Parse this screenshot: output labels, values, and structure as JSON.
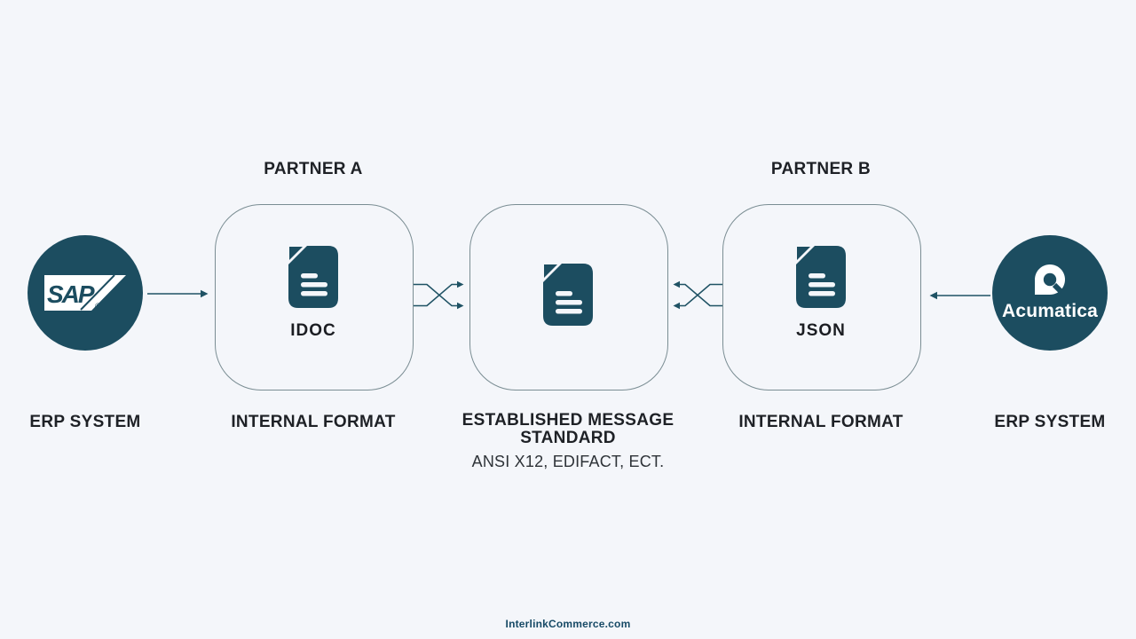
{
  "colors": {
    "background": "#f4f6fa",
    "teal": "#1c4d60",
    "arrow": "#1f5264",
    "box_border": "#7a8d93",
    "heading_text": "#1e2126",
    "body_text": "#2e3338",
    "footer_text": "#174a66"
  },
  "left_system": {
    "logo_text": "SAP",
    "registered_mark": "®",
    "label": "ERP SYSTEM"
  },
  "right_system": {
    "logo_text": "Acumatica",
    "label": "ERP SYSTEM"
  },
  "partner_a": {
    "heading": "PARTNER A",
    "format_label": "IDOC",
    "caption": "INTERNAL FORMAT"
  },
  "partner_b": {
    "heading": "PARTNER B",
    "format_label": "JSON",
    "caption": "INTERNAL FORMAT"
  },
  "message_standard": {
    "caption": "ESTABLISHED MESSAGE STANDARD",
    "examples": "ANSI X12, EDIFACT, ECT."
  },
  "footer": {
    "text": "InterlinkCommerce.com"
  }
}
